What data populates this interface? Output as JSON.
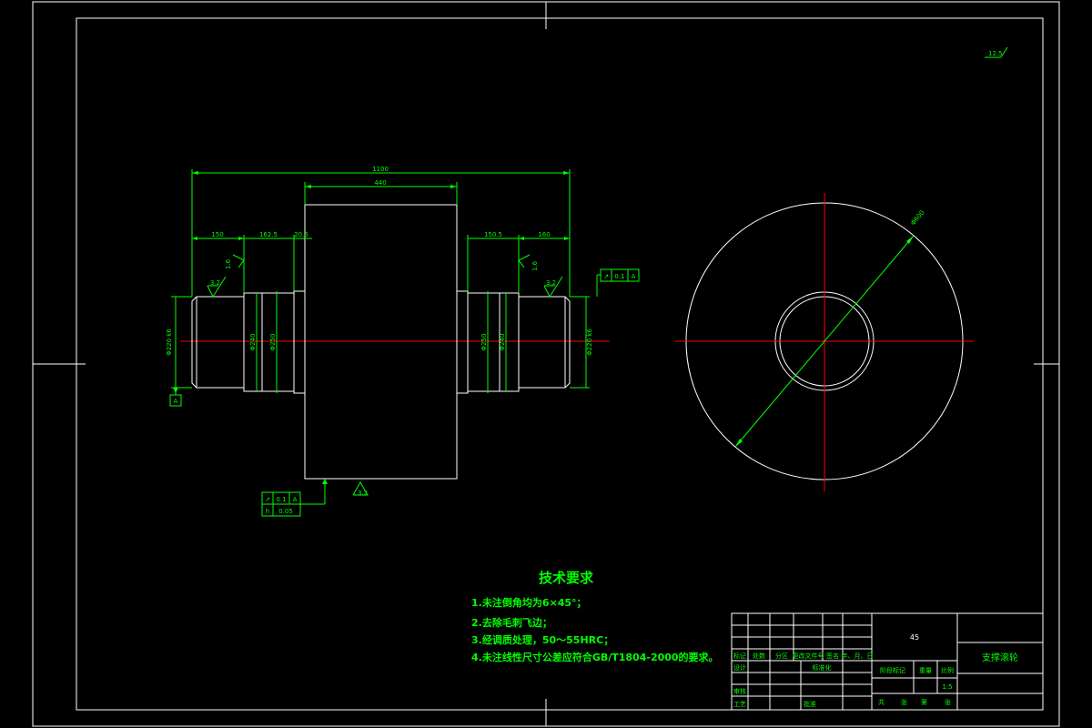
{
  "colors": {
    "background": "#000000",
    "outline": "#ffffff",
    "dimension": "#00ff00",
    "centerline": "#ff0000"
  },
  "corner_label": "12.5",
  "front_view": {
    "dimensions": {
      "overall_length": "1100",
      "drum_length": "440",
      "left_journal": "150",
      "left_shoulder": "162.5",
      "left_step": "20.5",
      "right_shoulder": "150.5",
      "right_journal": "160"
    },
    "diameters": {
      "left_end": "Φ220 k6",
      "left_shoulder": "Φ240",
      "left_collar": "Φ250",
      "right_collar": "Φ250",
      "right_shoulder": "Φ240",
      "right_end": "Φ220 k6"
    },
    "roughness": {
      "left_end": "3.2",
      "left_shoulder": "1.6",
      "right_shoulder": "1.6",
      "right_end": "3.2",
      "drum_bottom": "3.2"
    },
    "datum_label": "A",
    "tolerance_right": {
      "symbol": "↗",
      "value": "0.1",
      "datum": "A"
    },
    "tolerance_bottom": [
      {
        "symbol": "↗",
        "value": "0.1",
        "datum": "A"
      },
      {
        "symbol": "h",
        "value": "0.05",
        "datum": ""
      }
    ]
  },
  "side_view": {
    "diameter_label": "Φ600"
  },
  "notes": {
    "title": "技术要求",
    "items": [
      "1.未注倒角均为6×45°；",
      "2.去除毛刺飞边；",
      "3.经调质处理，50～55HRC；",
      "4.未注线性尺寸公差应符合GB/T1804-2000的要求。"
    ]
  },
  "title_block": {
    "material": "45",
    "part_name": "支撑滚轮",
    "header_cells": [
      "标记",
      "处数",
      "分区",
      "更改文件号",
      "签名",
      "年、月、日"
    ],
    "left_labels": [
      "设计",
      "标准化",
      "审核",
      "工艺",
      "批准"
    ],
    "stage_label": "阶段标记",
    "weight_label": "重量",
    "scale_label": "比例",
    "scale_value": "1:5",
    "sheet_labels": [
      "共",
      "张",
      "第",
      "张"
    ]
  }
}
